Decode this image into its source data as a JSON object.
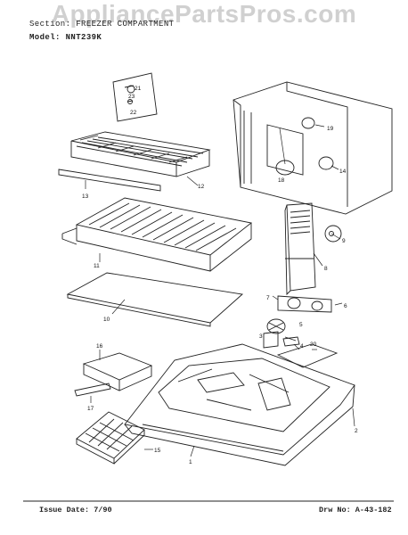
{
  "header": {
    "section_label": "Section:",
    "section_value": "FREEZER COMPARTMENT",
    "model_label": "Model:",
    "model_value": "NNT239K"
  },
  "watermark": "AppliancePartsPros.com",
  "footer": {
    "issue_date": "Issue Date: 7/90",
    "drw_no": "Drw No: A-43-182"
  },
  "callouts": {
    "c1": "1",
    "c2": "2",
    "c3": "3",
    "c4": "4",
    "c5": "5",
    "c6": "6",
    "c7": "7",
    "c8": "8",
    "c9": "9",
    "c10": "10",
    "c11": "11",
    "c12": "12",
    "c13": "13",
    "c14": "14",
    "c15": "15",
    "c16": "16",
    "c17": "17",
    "c18": "18",
    "c19": "19",
    "c20": "20",
    "c21": "21",
    "c22": "22",
    "c23": "23"
  }
}
